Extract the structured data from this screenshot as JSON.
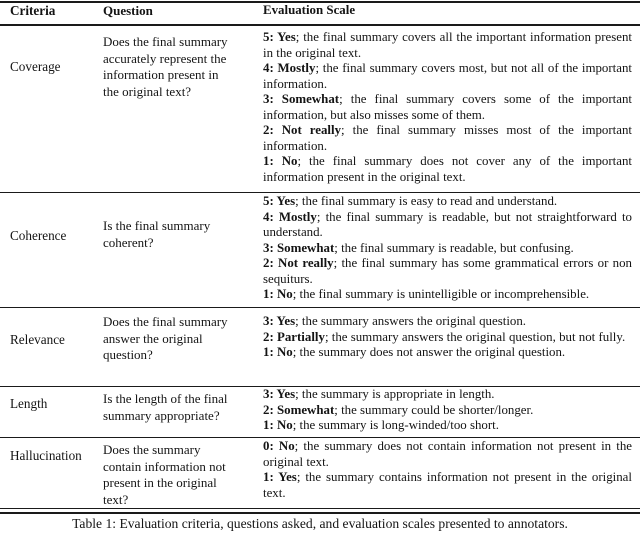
{
  "table": {
    "headers": {
      "criteria": "Criteria",
      "question": "Question",
      "scale": "Evaluation Scale"
    },
    "rows": [
      {
        "criteria": "Coverage",
        "question": "Does the final summary\naccurately represent the\ninformation present in\nthe original text?",
        "scale": [
          {
            "prefix": "5: Yes",
            "text": "the final summary covers all the important information present in the original text."
          },
          {
            "prefix": "4: Mostly",
            "text": "the final summary covers most, but not all of the important information."
          },
          {
            "prefix": "3: Somewhat",
            "text": "the final summary covers some of the important information, but also misses some of them."
          },
          {
            "prefix": "2: Not really",
            "text": "the final summary misses most of the important information."
          },
          {
            "prefix": "1: No",
            "text": "the final summary does not cover any of the important information present in the original text."
          }
        ]
      },
      {
        "criteria": "Coherence",
        "question": "Is the final summary\ncoherent?",
        "scale": [
          {
            "prefix": "5: Yes",
            "text": "the final summary is easy to read and understand."
          },
          {
            "prefix": "4: Mostly",
            "text": "the final summary is readable, but not straightforward to understand."
          },
          {
            "prefix": "3: Somewhat",
            "text": "the final summary is readable, but confusing."
          },
          {
            "prefix": "2: Not really",
            "text": "the final summary has some grammatical errors or non sequiturs."
          },
          {
            "prefix": "1: No",
            "text": "the final summary is unintelligible or incomprehensible."
          }
        ]
      },
      {
        "criteria": "Relevance",
        "question": "Does the final summary\nanswer the original\nquestion?",
        "scale": [
          {
            "prefix": "3: Yes",
            "text": "the summary answers the original question."
          },
          {
            "prefix": "2: Partially",
            "text": "the summary answers the original question, but not fully."
          },
          {
            "prefix": "1: No",
            "text": "the summary does not answer the original question."
          }
        ]
      },
      {
        "criteria": "Length",
        "question": "Is the length of the final\nsummary appropriate?",
        "scale": [
          {
            "prefix": "3: Yes",
            "text": "the summary is appropriate in length."
          },
          {
            "prefix": "2: Somewhat",
            "text": "the summary could be shorter/longer."
          },
          {
            "prefix": "1: No",
            "text": "the summary is long-winded/too short."
          }
        ]
      },
      {
        "criteria": "Hallucination",
        "question": "Does the summary\ncontain information not\npresent in the original\ntext?",
        "scale": [
          {
            "prefix": "0: No",
            "text": "the summary does not contain information not present in the original text."
          },
          {
            "prefix": "1: Yes",
            "text": "the summary contains information not present in the original text."
          }
        ]
      }
    ]
  },
  "caption": "Table 1: Evaluation criteria, questions asked, and evaluation scales presented to annotators."
}
